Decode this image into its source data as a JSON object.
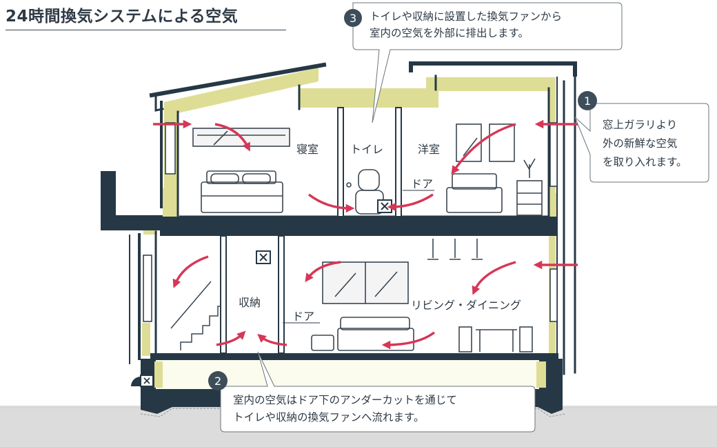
{
  "title": "24時間換気システムによる空気",
  "rooms": {
    "bedroom": "寝室",
    "toilet": "トイレ",
    "western_room": "洋室",
    "storage": "収納",
    "living_dining": "リビング・ダイニング"
  },
  "door_labels": {
    "upper": "ドア",
    "lower": "ドア"
  },
  "callouts": [
    {
      "number": "1",
      "lines": [
        "窓上ガラリより",
        "外の新鮮な空気",
        "を取り入れます。"
      ]
    },
    {
      "number": "2",
      "lines": [
        "室内の空気はドア下のアンダーカットを通じて",
        "トイレや収納の換気ファンへ流れます。"
      ]
    },
    {
      "number": "3",
      "lines": [
        "トイレや収納に設置した換気ファンから",
        "室内の空気を外部に排出します。"
      ]
    }
  ],
  "colors": {
    "structure": "#263845",
    "insulation": "#dedd95",
    "arrow": "#d63757",
    "number_badge": "#3d4d59",
    "ground": "#dcdcdc"
  },
  "icons": [
    "ventilation-fan-icon",
    "intake-arrow-icon",
    "airflow-arrow-icon"
  ]
}
